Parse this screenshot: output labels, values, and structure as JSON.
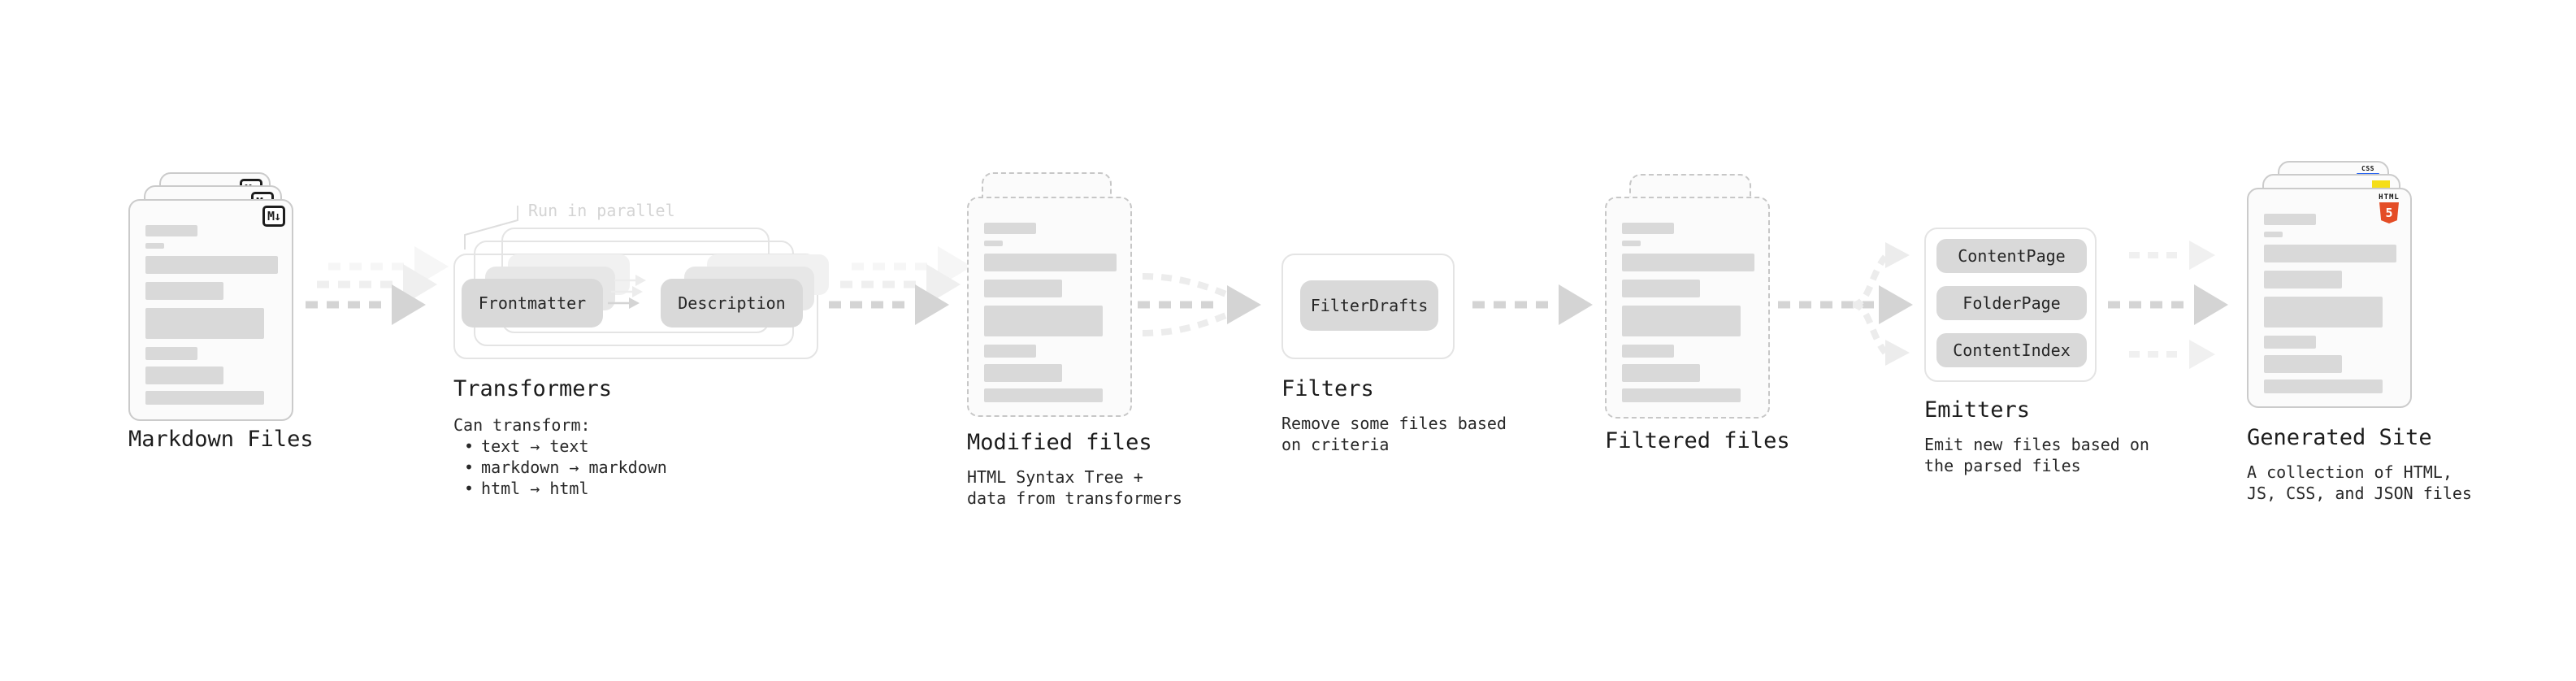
{
  "stages": {
    "markdown_files": {
      "label": "Markdown Files",
      "badge": "M↓"
    },
    "transformers": {
      "annotation": "Run in parallel",
      "box_left": "Frontmatter",
      "box_right": "Description",
      "label": "Transformers",
      "desc_heading": "Can transform:",
      "bullet": "•",
      "bullets": [
        "text → text",
        "markdown → markdown",
        "html → html"
      ]
    },
    "modified_files": {
      "label": "Modified files",
      "description": "HTML Syntax Tree +\ndata from transformers"
    },
    "filters": {
      "box": "FilterDrafts",
      "label": "Filters",
      "description": "Remove some files based\non criteria"
    },
    "filtered_files": {
      "label": "Filtered files"
    },
    "emitters": {
      "boxes": [
        "ContentPage",
        "FolderPage",
        "ContentIndex"
      ],
      "label": "Emitters",
      "description": "Emit new files based on\nthe parsed files"
    },
    "generated_site": {
      "label": "Generated Site",
      "description": "A collection of HTML,\nJS, CSS, and JSON files",
      "css_badge": "CSS",
      "html_badge": "HTML",
      "html_number": "5"
    }
  },
  "colors": {
    "background": "#ffffff",
    "arrow_main": "#d4d4d4",
    "arrow_ghost": "#ececec",
    "box_fill": "#d9d9d9",
    "bar_fill": "#d9d9d9",
    "frame_border": "#e4e4e4",
    "page_border": "#cbcbcb",
    "annotation_text": "#d4d4d4",
    "text": "#212121",
    "css_blue": "#2965f1",
    "js_yellow": "#f5de19",
    "html5_orange": "#e44d26"
  }
}
